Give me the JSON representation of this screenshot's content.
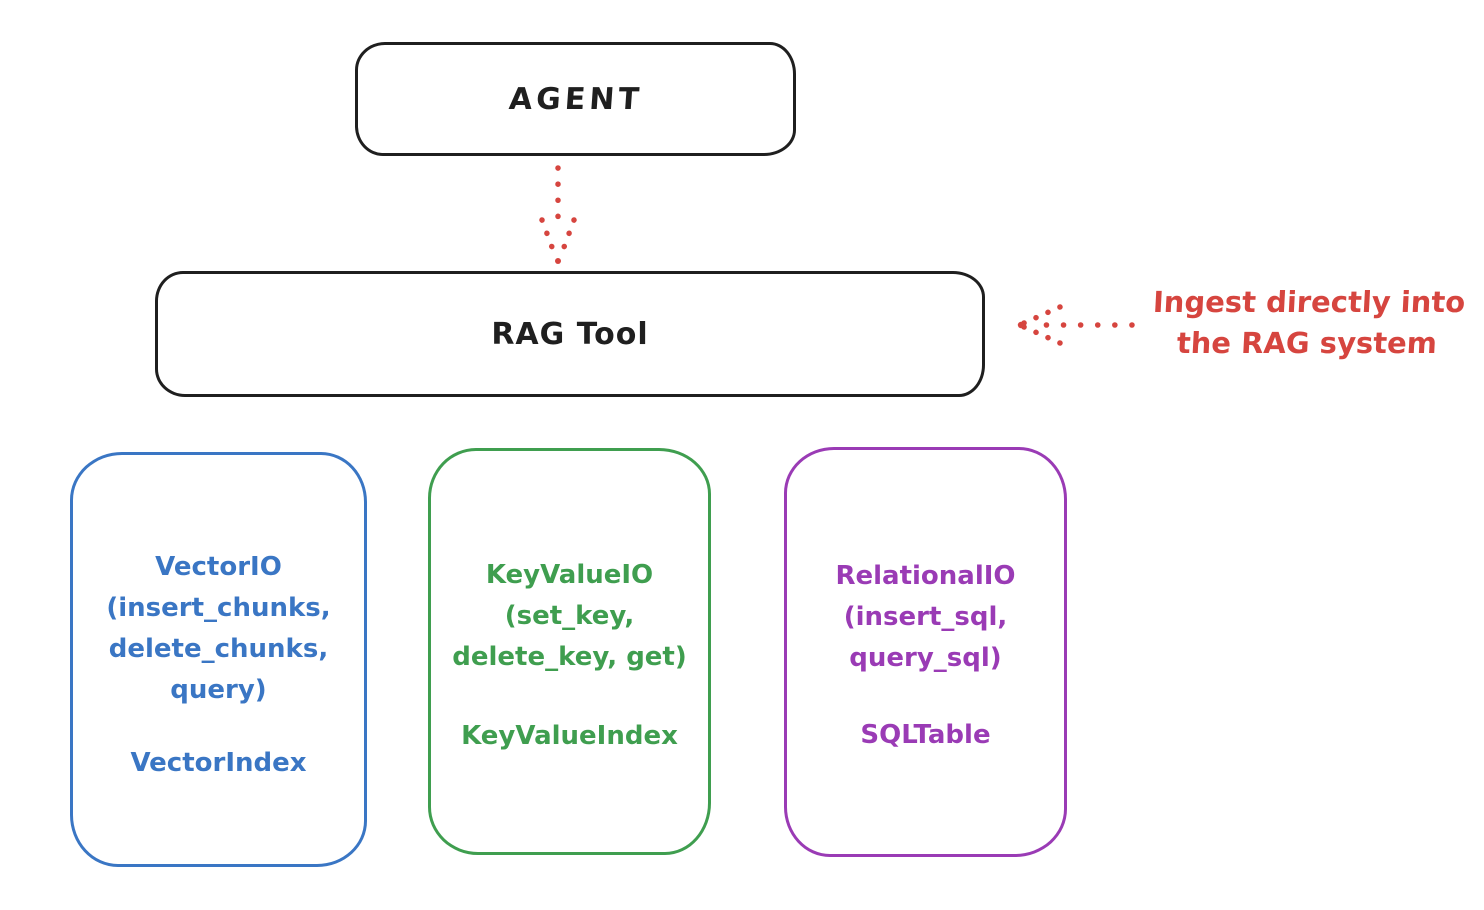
{
  "diagram": {
    "agent": {
      "label": "AGENT"
    },
    "rag_tool": {
      "label": "RAG Tool"
    },
    "annotation": {
      "text": "Ingest directly into\nthe RAG system"
    },
    "backends": [
      {
        "name": "vector-io",
        "body_text": "VectorIO\n(insert_chunks,\ndelete_chunks,\nquery)",
        "index_label": "VectorIndex",
        "color": "#3a76c4"
      },
      {
        "name": "keyvalue-io",
        "body_text": "KeyValueIO\n(set_key,\ndelete_key, get)",
        "index_label": "KeyValueIndex",
        "color": "#3f9e4f"
      },
      {
        "name": "relational-io",
        "body_text": "RelationalIO\n(insert_sql,\nquery_sql)",
        "index_label": "SQLTable",
        "color": "#9a3bb5"
      }
    ],
    "icons": {
      "down_arrow": "dotted-down-arrow",
      "left_arrow": "dotted-left-arrow"
    },
    "colors": {
      "stroke": "#1f1f1f",
      "accent_red": "#d6453f",
      "background": "#ffffff"
    }
  }
}
